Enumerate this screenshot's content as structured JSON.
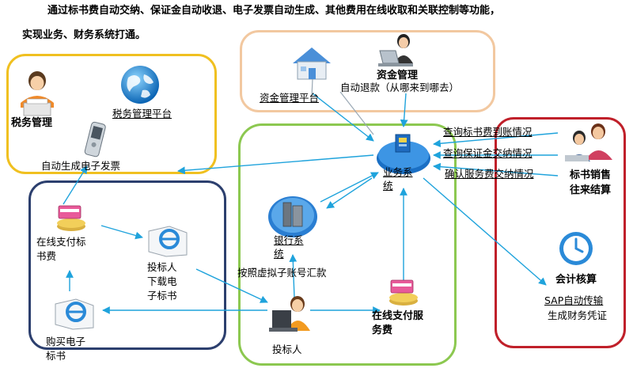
{
  "colors": {
    "tax_box": "#f0c020",
    "fund_box": "#f2c8a0",
    "business_box": "#8cc850",
    "bidder_box": "#2c3f6e",
    "billing_box": "#c0202a",
    "arrow": "#1fa3dc",
    "callout": "#9aa8b4"
  },
  "header": {
    "line1": "通过标书费自动交纳、保证金自动收退、电子发票自动生成、其他费用在线收取和关联控制等功能，",
    "line2": "实现业务、财务系统打通。"
  },
  "tax_group": {
    "title": "税务管理",
    "platform": "税务管理平台",
    "einvoice": "自动生成电子发票",
    "icons": [
      "tax-officer-icon",
      "globe-icon",
      "mobile-phone-icon"
    ]
  },
  "fund_group": {
    "title": "资金管理",
    "platform": "资金管理平台",
    "refund": "自动退款（从哪来到哪去）",
    "icons": [
      "house-icon",
      "laptop-user-icon"
    ]
  },
  "business_group": {
    "business_system_l1": "业务系",
    "business_system_l2": "统",
    "bank_system_l1": "银行系",
    "bank_system_l2": "统",
    "virtual_account": "按照虚拟子账号汇款",
    "online_fee_l1": "在线支付服",
    "online_fee_l2": "务费",
    "bidder": "投标人",
    "icons": [
      "business-system-icon",
      "bank-server-icon",
      "bidder-icon",
      "money-card-icon"
    ]
  },
  "bidder_group": {
    "online_pay_l1": "在线支付标",
    "online_pay_l2": "书费",
    "download_l1": "投标人",
    "download_l2": "下载电",
    "download_l3": "子标书",
    "buy_l1": "购买电子",
    "buy_l2": "标书",
    "icons": [
      "money-card-icon",
      "ie-document-icon",
      "ie-document-icon"
    ]
  },
  "billing_group": {
    "query1": "查询标书费到账情况",
    "query2": "查询保证金交纳情况",
    "query3": "确认服务费交纳情况",
    "settle_l1": "标书销售",
    "settle_l2": "往来结算",
    "accounting": "会计核算",
    "sap_l1": "SAP自动传输",
    "sap_l2": "生成财务凭证",
    "icons": [
      "clerks-icon",
      "clock-icon"
    ]
  }
}
